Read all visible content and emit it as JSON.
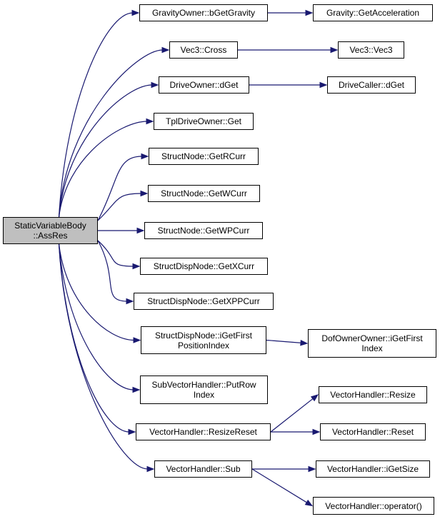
{
  "colors": {
    "edge": "#191970",
    "node_border": "#000000",
    "node_fill": "#ffffff",
    "root_fill": "#bfbfbf"
  },
  "nodes": {
    "root": {
      "lines": [
        "StaticVariableBody",
        "::AssRes"
      ]
    },
    "gravity_owner": {
      "lines": [
        "GravityOwner::bGetGravity"
      ]
    },
    "gravity_accel": {
      "lines": [
        "Gravity::GetAcceleration"
      ]
    },
    "vec3_cross": {
      "lines": [
        "Vec3::Cross"
      ]
    },
    "vec3_vec3": {
      "lines": [
        "Vec3::Vec3"
      ]
    },
    "driveowner_dget": {
      "lines": [
        "DriveOwner::dGet"
      ]
    },
    "drivecaller_dget": {
      "lines": [
        "DriveCaller::dGet"
      ]
    },
    "tpldrive_get": {
      "lines": [
        "TplDriveOwner::Get"
      ]
    },
    "getrcurr": {
      "lines": [
        "StructNode::GetRCurr"
      ]
    },
    "getwcurr": {
      "lines": [
        "StructNode::GetWCurr"
      ]
    },
    "getwpcurr": {
      "lines": [
        "StructNode::GetWPCurr"
      ]
    },
    "getxcurr": {
      "lines": [
        "StructDispNode::GetXCurr"
      ]
    },
    "getxppcurr": {
      "lines": [
        "StructDispNode::GetXPPCurr"
      ]
    },
    "igetfirst": {
      "lines": [
        "StructDispNode::iGetFirst",
        "PositionIndex"
      ]
    },
    "dofowner": {
      "lines": [
        "DofOwnerOwner::iGetFirst",
        "Index"
      ]
    },
    "putrowindex": {
      "lines": [
        "SubVectorHandler::PutRow",
        "Index"
      ]
    },
    "resizereset": {
      "lines": [
        "VectorHandler::ResizeReset"
      ]
    },
    "resize": {
      "lines": [
        "VectorHandler::Resize"
      ]
    },
    "reset": {
      "lines": [
        "VectorHandler::Reset"
      ]
    },
    "sub": {
      "lines": [
        "VectorHandler::Sub"
      ]
    },
    "igetsize": {
      "lines": [
        "VectorHandler::iGetSize"
      ]
    },
    "operator": {
      "lines": [
        "VectorHandler::operator()"
      ]
    }
  },
  "edges": [
    [
      "root",
      "gravity_owner"
    ],
    [
      "root",
      "vec3_cross"
    ],
    [
      "root",
      "driveowner_dget"
    ],
    [
      "root",
      "tpldrive_get"
    ],
    [
      "root",
      "getrcurr"
    ],
    [
      "root",
      "getwcurr"
    ],
    [
      "root",
      "getwpcurr"
    ],
    [
      "root",
      "getxcurr"
    ],
    [
      "root",
      "getxppcurr"
    ],
    [
      "root",
      "igetfirst"
    ],
    [
      "root",
      "putrowindex"
    ],
    [
      "root",
      "resizereset"
    ],
    [
      "root",
      "sub"
    ],
    [
      "gravity_owner",
      "gravity_accel"
    ],
    [
      "vec3_cross",
      "vec3_vec3"
    ],
    [
      "driveowner_dget",
      "drivecaller_dget"
    ],
    [
      "igetfirst",
      "dofowner"
    ],
    [
      "resizereset",
      "resize"
    ],
    [
      "resizereset",
      "reset"
    ],
    [
      "sub",
      "igetsize"
    ],
    [
      "sub",
      "operator"
    ]
  ]
}
